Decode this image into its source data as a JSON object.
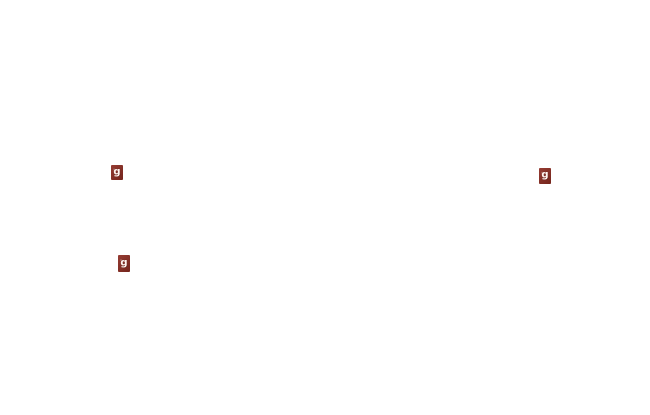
{
  "markers": [
    {
      "label": "g",
      "icon": "g-glyph-icon",
      "color": "#8d2c22"
    },
    {
      "label": "g",
      "icon": "g-glyph-icon",
      "color": "#8d2c22"
    },
    {
      "label": "g",
      "icon": "g-glyph-icon",
      "color": "#8d2c22"
    }
  ]
}
